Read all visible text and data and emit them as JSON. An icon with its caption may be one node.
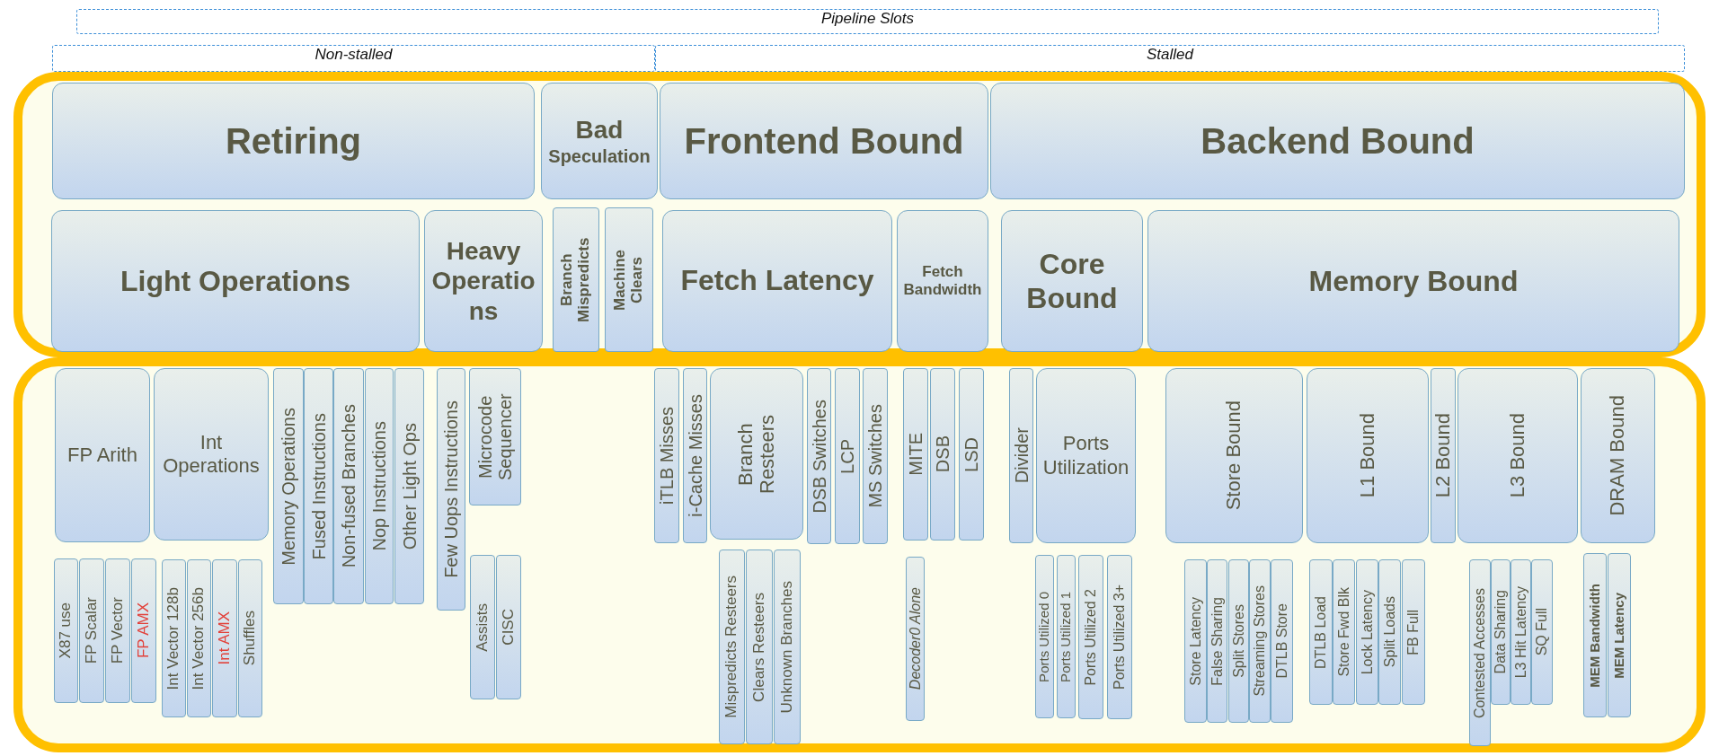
{
  "diagram": {
    "nodes": [
      {
        "text": [
          "Pipeline Slots"
        ]
      },
      {
        "text": [
          "Non-stalled"
        ]
      },
      {
        "text": [
          "Stalled"
        ]
      },
      {
        "text": [],
        "shape": "box"
      },
      {
        "text": [
          "Retiring"
        ],
        "in": 3
      },
      {
        "text": [
          "Bad",
          "Speculation"
        ],
        "in": 3
      },
      {
        "text": [
          "Frontend Bound"
        ],
        "in": 3
      },
      {
        "text": [
          "Backend Bound"
        ],
        "in": 3
      },
      {
        "text": [
          "Light Operations"
        ],
        "in": 3
      },
      {
        "text": [
          "Heavy Operations"
        ],
        "in": 3
      },
      {
        "text": [
          "Branch Mispredicts"
        ],
        "in": 3
      },
      {
        "text": [
          "Machine Clears"
        ],
        "in": 3
      },
      {
        "text": [
          "Fetch Latency"
        ],
        "in": 3
      },
      {
        "text": [
          "Fetch Bandwidth"
        ],
        "in": 3
      },
      {
        "text": [
          "Core Bound"
        ],
        "in": 3
      },
      {
        "text": [
          "Memory Bound"
        ],
        "in": 3
      },
      {
        "text": [],
        "shape": "box"
      },
      {
        "text": [
          "FP Arith"
        ],
        "in": 16
      },
      {
        "text": [
          "Int Operations"
        ],
        "in": 16
      },
      {
        "text": [
          "Memory Operations"
        ],
        "in": 16
      },
      {
        "text": [
          "Fused Instructions"
        ],
        "in": 16
      },
      {
        "text": [
          "Non-fused Branches"
        ],
        "in": 16
      },
      {
        "text": [
          "Nop Instructions"
        ],
        "in": 16
      },
      {
        "text": [
          "Other Light Ops"
        ],
        "in": 16
      },
      {
        "text": [
          "Few Uops Instructions"
        ],
        "in": 16
      },
      {
        "text": [
          "Microcode Sequencer"
        ],
        "in": 16
      },
      {
        "text": [
          "iTLB Misses"
        ],
        "in": 16
      },
      {
        "text": [
          "i-Cache Misses"
        ],
        "in": 16
      },
      {
        "text": [
          "Branch Resteers"
        ],
        "in": 16
      },
      {
        "text": [
          "DSB Switches"
        ],
        "in": 16
      },
      {
        "text": [
          "LCP"
        ],
        "in": 16
      },
      {
        "text": [
          "MS Switches"
        ],
        "in": 16
      },
      {
        "text": [
          "MITE"
        ],
        "in": 16
      },
      {
        "text": [
          "DSB"
        ],
        "in": 16
      },
      {
        "text": [
          "LSD"
        ],
        "in": 16
      },
      {
        "text": [
          "Divider"
        ],
        "in": 16
      },
      {
        "text": [
          "Ports Utilization"
        ],
        "in": 16
      },
      {
        "text": [
          "Store Bound"
        ],
        "in": 16
      },
      {
        "text": [
          "L1 Bound"
        ],
        "in": 16
      },
      {
        "text": [
          "L2 Bound"
        ],
        "in": 16
      },
      {
        "text": [
          "L3 Bound"
        ],
        "in": 16
      },
      {
        "text": [
          "DRAM Bound"
        ],
        "in": 16
      },
      {
        "text": [
          "X87 use"
        ],
        "in": 16
      },
      {
        "text": [
          "FP Scalar"
        ],
        "in": 16
      },
      {
        "text": [
          "FP Vector"
        ],
        "in": 16
      },
      {
        "text": [
          "FP AMX"
        ],
        "in": 16
      },
      {
        "text": [
          "Int Vector 128b"
        ],
        "in": 16
      },
      {
        "text": [
          "Int Vector 256b"
        ],
        "in": 16
      },
      {
        "text": [
          "Int AMX"
        ],
        "in": 16
      },
      {
        "text": [
          "Shuffles"
        ],
        "in": 16
      },
      {
        "text": [
          "Assists"
        ],
        "in": 16
      },
      {
        "text": [
          "CISC"
        ],
        "in": 16
      },
      {
        "text": [
          "Mispredicts Resteers"
        ],
        "in": 16
      },
      {
        "text": [
          "Clears Resteers"
        ],
        "in": 16
      },
      {
        "text": [
          "Unknown Branches"
        ],
        "in": 16
      },
      {
        "text": [
          "Decoder0 Alone"
        ],
        "in": 16
      },
      {
        "text": [
          "Ports Utilized 0"
        ],
        "in": 16
      },
      {
        "text": [
          "Ports Utilized 1"
        ],
        "in": 16
      },
      {
        "text": [
          "Ports Utilized 2"
        ],
        "in": 16
      },
      {
        "text": [
          "Ports Utilized 3+"
        ],
        "in": 16
      },
      {
        "text": [
          "Store Latency"
        ],
        "in": 16
      },
      {
        "text": [
          "False Sharing"
        ],
        "in": 16
      },
      {
        "text": [
          "Split Stores"
        ],
        "in": 16
      },
      {
        "text": [
          "Streaming Stores"
        ],
        "in": 16
      },
      {
        "text": [
          "DTLB Store"
        ],
        "in": 16
      },
      {
        "text": [
          "DTLB Load"
        ],
        "in": 16
      },
      {
        "text": [
          "Store Fwd Blk"
        ],
        "in": 16
      },
      {
        "text": [
          "Lock Latency"
        ],
        "in": 16
      },
      {
        "text": [
          "Split Loads"
        ],
        "in": 16
      },
      {
        "text": [
          "FB Full"
        ],
        "in": 16
      },
      {
        "text": [
          "Contested Accesses"
        ],
        "in": 16
      },
      {
        "text": [
          "Data Sharing"
        ],
        "in": 16
      },
      {
        "text": [
          "L3 Hit Latency"
        ],
        "in": 16
      },
      {
        "text": [
          "SQ Full"
        ],
        "in": 16
      },
      {
        "text": [
          "MEM Bandwidth"
        ],
        "in": 16
      },
      {
        "text": [
          "MEM Latency"
        ],
        "in": 16
      }
    ]
  }
}
